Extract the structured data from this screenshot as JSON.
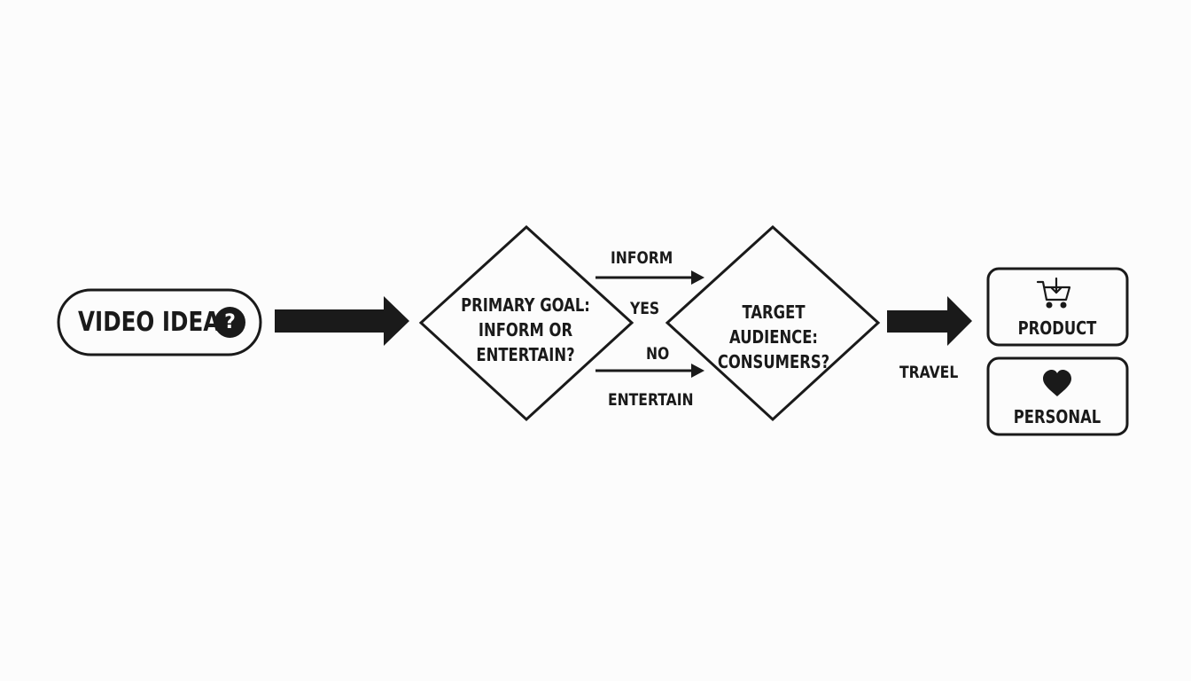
{
  "start_node": {
    "label": "VIDEO IDEA",
    "badge": "?"
  },
  "decision_goal": {
    "label": "PRIMARY GOAL: INFORM OR ENTERTAIN?"
  },
  "decision_audience": {
    "label": "TARGET AUDIENCE: CONSUMERS?"
  },
  "edges": {
    "inform": "INFORM",
    "yes": "YES",
    "no": "NO",
    "entertain": "ENTERTAIN",
    "travel": "TRAVEL"
  },
  "outcomes": [
    {
      "label": "PRODUCT",
      "icon": "shopping-cart-icon"
    },
    {
      "label": "PERSONAL",
      "icon": "heart-icon"
    }
  ],
  "colors": {
    "ink": "#1a1a1a",
    "background": "#fcfcfc"
  }
}
